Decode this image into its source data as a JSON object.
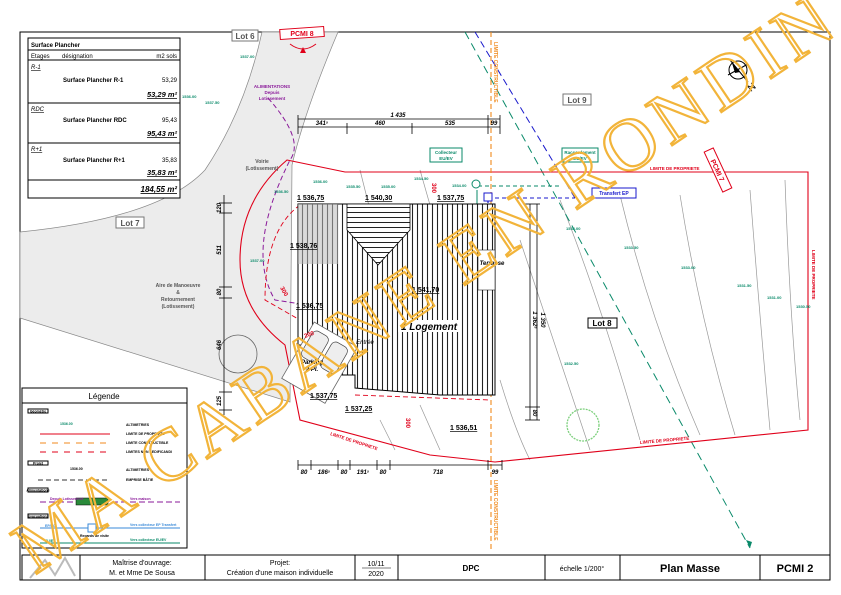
{
  "surface_table": {
    "title": "Surface Plancher",
    "headers": [
      "Etages",
      "désignation",
      "m2 sols"
    ],
    "sections": [
      {
        "level": "R-1",
        "designation": "Surface Plancher R-1",
        "value": "53,29",
        "subtotal": "53,29 m²"
      },
      {
        "level": "RDC",
        "designation": "Surface Plancher RDC",
        "value": "95,43",
        "subtotal": "95,43 m²"
      },
      {
        "level": "R+1",
        "designation": "Surface Plancher R+1",
        "value": "35,83",
        "subtotal": "35,83 m²"
      }
    ],
    "total": "184,55 m²"
  },
  "lots": {
    "lot6": "Lot 6",
    "lot7": "Lot 7",
    "lot8": "Lot 8",
    "lot9": "Lot 9"
  },
  "photo_refs": {
    "pcmi8": "PCMI 8",
    "pcmi7": "PCMI 7"
  },
  "plan": {
    "voirie": [
      "Voirie",
      "(Lotissement)"
    ],
    "aire": [
      "Aire de Manoeuvre",
      "&",
      "Retournement",
      "(Lotissement)"
    ],
    "alimentations": [
      "ALIMENTATIONS",
      "Depuis",
      "Lotissement"
    ],
    "collecteur": [
      "Collecteur",
      "EU/EV"
    ],
    "raccordement": [
      "Raccordement",
      "EU/EV"
    ],
    "transfert": "Transfert EP",
    "terrasse": "Terrasse",
    "logement": "1 Logement",
    "entree": "Entrée",
    "parking": [
      "Parking",
      "2 Pl."
    ],
    "limite_propriete": "LIMITE DE PROPRIETE",
    "limite_constructible": "LIMITE CONSTRUCTIBLE",
    "setback": "300",
    "setback_parking": "200",
    "north": "N",
    "altitudes": [
      "1537.00",
      "1536.00",
      "1537.50",
      "1536.50",
      "1536.00",
      "1535.50",
      "1535.00",
      "1534.50",
      "1534.00",
      "1537.00",
      "1533.00",
      "1533.50",
      "1533.00",
      "1531.50",
      "1531.00",
      "1530.50",
      "1532.50"
    ],
    "levels": [
      "1 536,75",
      "1 540,30",
      "1 537,75",
      "1 538,76",
      "1 541,70",
      "1 536,75",
      "1 537,75",
      "1 537,25",
      "1 536,51"
    ],
    "dims_top_total": "1 435",
    "dims_top": [
      "341⁵",
      "460",
      "535",
      "99"
    ],
    "dims_bottom": [
      "80",
      "186⁵",
      "80",
      "191⁵",
      "80",
      "718",
      "99"
    ],
    "dims_left": [
      "120",
      "511",
      "80",
      "646",
      "125"
    ],
    "dims_right": [
      "1 350",
      "1 362⁵",
      "80"
    ]
  },
  "legend": {
    "title": "Légende",
    "sections": [
      "Géomètre",
      "Projet",
      "Alimentations",
      "Évacuations"
    ],
    "sample_altitude": "1536.00",
    "items": [
      "ALTIMETRIES",
      "LIMITE DE PROPRIETE",
      "LIMITE CONSTRUCTIBLE",
      "LIMITES NON AEDIFICANDI",
      "ALTIMETRIES",
      "EMPRISE BÂTIE"
    ],
    "alim_from": "Depuis Lotissement",
    "alim_to": "Vers maison",
    "ep": "EP/EG",
    "euev": "EU/EV",
    "regards": "Regards de visite",
    "ep_to": "Vers collecteur EP Transfert",
    "euev_to": "Vers collecteur EU/EV"
  },
  "title_block": {
    "owner_label": "Maîtrise d'ouvrage:",
    "owner": "M. et Mme De Sousa",
    "project_label": "Projet:",
    "project": "Création d'une maison individuelle",
    "date_top": "10/11",
    "date_bottom": "2020",
    "phase": "DPC",
    "scale": "échelle 1/200°",
    "title": "Plan Masse",
    "code": "PCMI 2"
  },
  "watermark": "MA CABANE EN RONDIN",
  "colors": {
    "property": "#e0001a",
    "constructible": "#f08a1c",
    "ep": "#1a1acc",
    "euev": "#0a8a6a",
    "alim": "#8a1a9a",
    "watermark": "#f2b43a"
  }
}
